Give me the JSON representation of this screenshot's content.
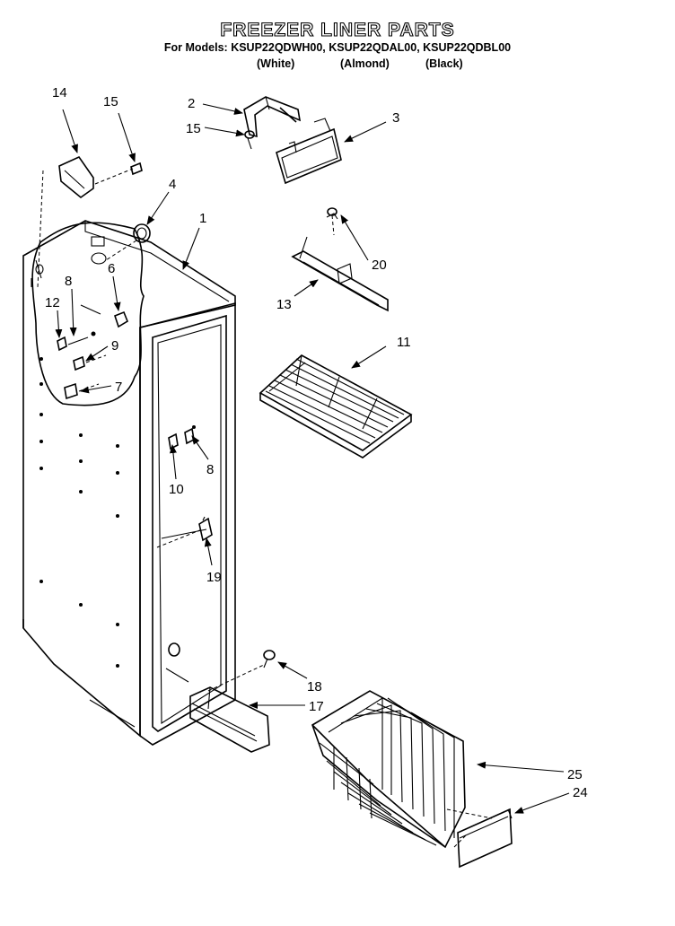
{
  "title": "FREEZER LINER PARTS",
  "models_line": "For Models: KSUP22QDWH00, KSUP22QDAL00, KSUP22QDBL00",
  "colors": [
    "(White)",
    "(Almond)",
    "(Black)"
  ],
  "part_labels": {
    "p14": "14",
    "p15a": "15",
    "p2": "2",
    "p15b": "15",
    "p3": "3",
    "p4": "4",
    "p1": "1",
    "p6": "6",
    "p8a": "8",
    "p12": "12",
    "p9": "9",
    "p7": "7",
    "p20": "20",
    "p13": "13",
    "p11": "11",
    "p8b": "8",
    "p10": "10",
    "p19": "19",
    "p18": "18",
    "p17": "17",
    "p25": "25",
    "p24": "24"
  }
}
